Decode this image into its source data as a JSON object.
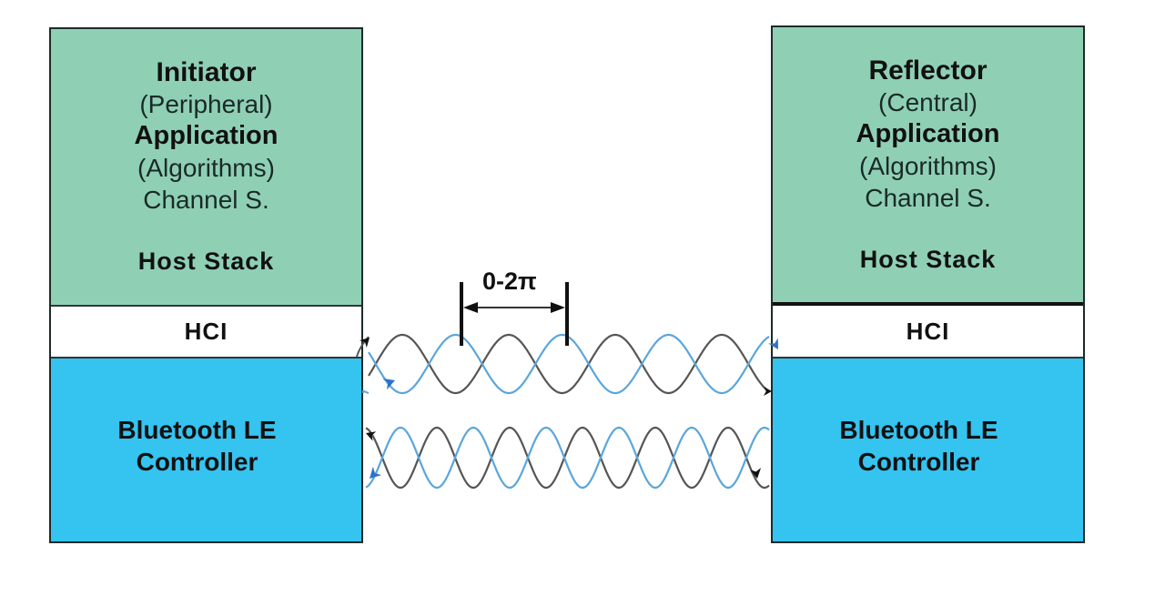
{
  "diagram": {
    "initiator": {
      "title": "Initiator",
      "role": "(Peripheral)",
      "application": "Application",
      "algorithms": "(Algorithms)",
      "channel": "Channel S.",
      "host_stack": "Host Stack",
      "hci": "HCI",
      "controller_line1": "Bluetooth LE",
      "controller_line2": "Controller"
    },
    "reflector": {
      "title": "Reflector",
      "role": "(Central)",
      "application": "Application",
      "algorithms": "(Algorithms)",
      "channel": "Channel S.",
      "host_stack": "Host Stack",
      "hci": "HCI",
      "controller_line1": "Bluetooth LE",
      "controller_line2": "Controller"
    },
    "phase_range_label": "0-2π",
    "colors": {
      "host_stack": "#8fd0b5",
      "hci": "#ffffff",
      "controller": "#35c3f0",
      "wave_black": "#555555",
      "wave_blue": "#5aa6dc",
      "arrow_blue": "#2f72c6"
    },
    "links": [
      {
        "name": "upper-link",
        "waves": [
          "black",
          "blue"
        ]
      },
      {
        "name": "lower-link",
        "waves": [
          "black",
          "blue"
        ]
      }
    ]
  }
}
